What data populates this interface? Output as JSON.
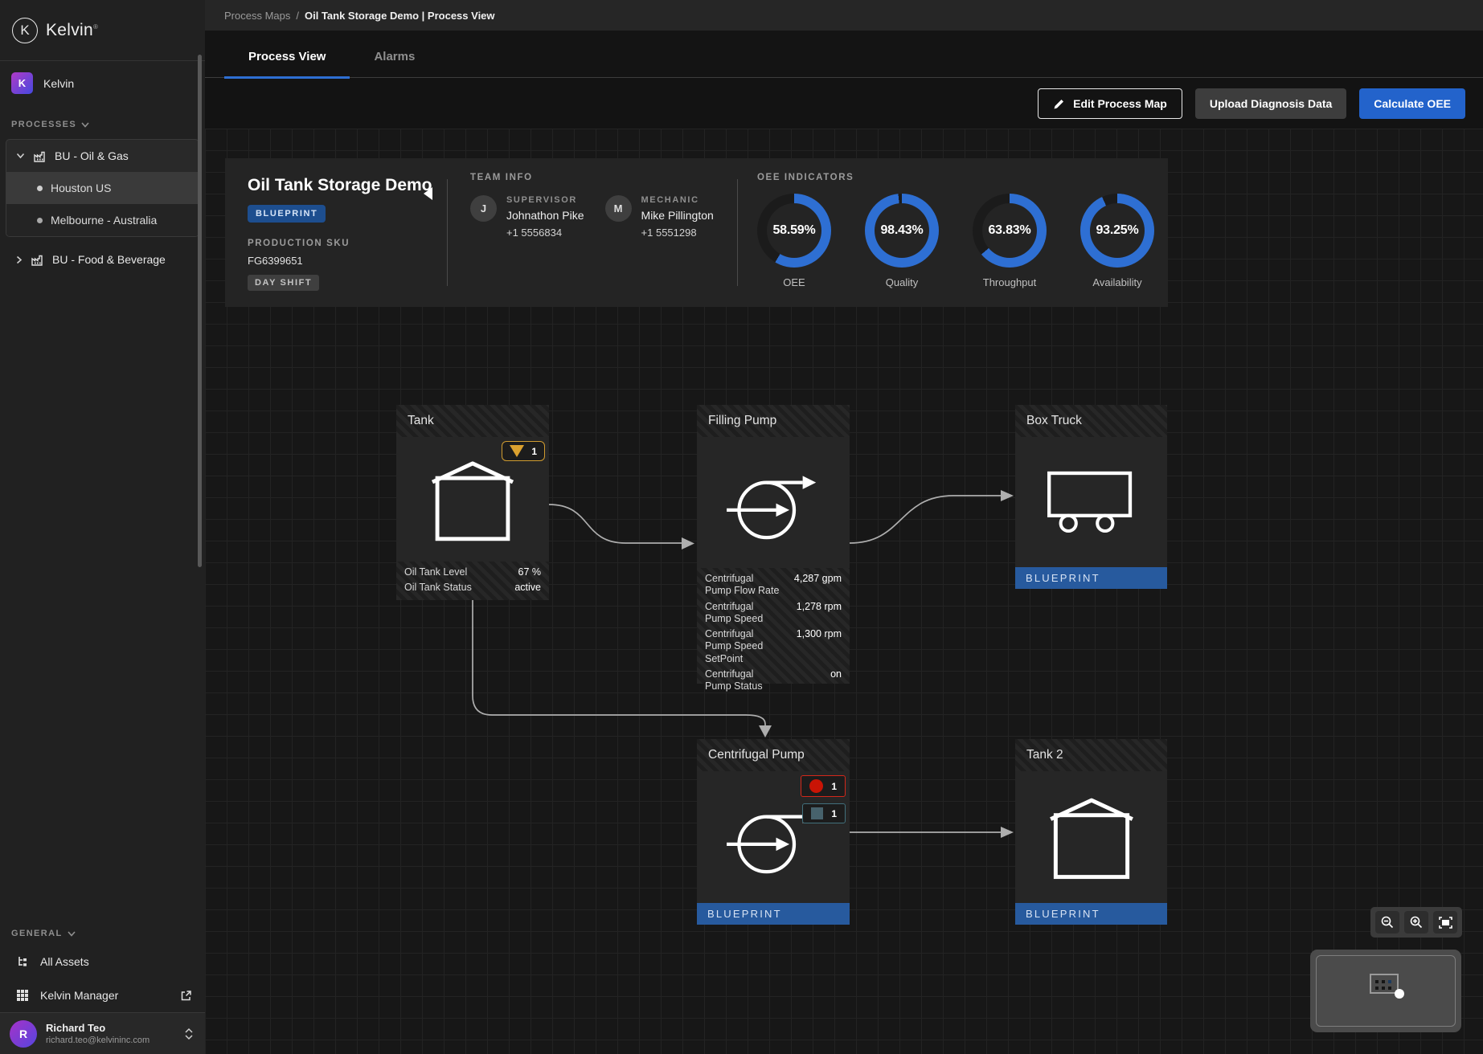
{
  "brand": {
    "logo_initial": "K",
    "logo_word": "Kelvin"
  },
  "breadcrumb": {
    "parent": "Process Maps",
    "separator": "/",
    "current": "Oil Tank Storage Demo | Process View"
  },
  "tabs": {
    "process_view": "Process View",
    "alarms": "Alarms"
  },
  "toolbar": {
    "edit": "Edit Process Map",
    "upload": "Upload Diagnosis Data",
    "calculate": "Calculate OEE"
  },
  "sidebar": {
    "workspace": {
      "initial": "K",
      "name": "Kelvin"
    },
    "processes_label": "PROCESSES",
    "general_label": "GENERAL",
    "tree": {
      "group1": {
        "label": "BU - Oil & Gas"
      },
      "group1_children": [
        {
          "label": "Houston US"
        },
        {
          "label": "Melbourne - Australia"
        }
      ],
      "group2": {
        "label": "BU - Food & Beverage"
      }
    },
    "general_items": {
      "all_assets": "All Assets",
      "kelvin_manager": "Kelvin Manager"
    },
    "user": {
      "initial": "R",
      "name": "Richard Teo",
      "email": "richard.teo@kelvininc.com"
    }
  },
  "info_panel": {
    "title": "Oil Tank Storage Demo",
    "badge": "BLUEPRINT",
    "sku_label": "PRODUCTION SKU",
    "sku_value": "FG6399651",
    "shift_badge": "DAY SHIFT",
    "team": {
      "header": "TEAM INFO",
      "members": [
        {
          "initial": "J",
          "role": "SUPERVISOR",
          "name": "Johnathon Pike",
          "phone": "+1 5556834"
        },
        {
          "initial": "M",
          "role": "MECHANIC",
          "name": "Mike Pillington",
          "phone": "+1 5551298"
        }
      ]
    },
    "oee": {
      "header": "OEE INDICATORS",
      "indicators": [
        {
          "label": "OEE",
          "value": "58.59%",
          "pct": 58.59
        },
        {
          "label": "Quality",
          "value": "98.43%",
          "pct": 98.43
        },
        {
          "label": "Throughput",
          "value": "63.83%",
          "pct": 63.83
        },
        {
          "label": "Availability",
          "value": "93.25%",
          "pct": 93.25
        }
      ]
    }
  },
  "chart_data": {
    "type": "pie",
    "title": "OEE INDICATORS",
    "categories": [
      "OEE",
      "Quality",
      "Throughput",
      "Availability"
    ],
    "values": [
      58.59,
      98.43,
      63.83,
      93.25
    ],
    "unit": "%",
    "style": "donut gauges, blue fill on dark track"
  },
  "nodes": {
    "tank": {
      "title": "Tank",
      "warning_count": "1",
      "metrics": [
        {
          "label": "Oil Tank Level",
          "value": "67 %"
        },
        {
          "label": "Oil Tank Status",
          "value": "active"
        }
      ]
    },
    "filling_pump": {
      "title": "Filling Pump",
      "metrics": [
        {
          "label": "Centrifugal Pump Flow Rate",
          "value": "4,287 gpm"
        },
        {
          "label": "Centrifugal Pump Speed",
          "value": "1,278 rpm"
        },
        {
          "label": "Centrifugal Pump Speed SetPoint",
          "value": "1,300 rpm"
        },
        {
          "label": "Centrifugal Pump Status",
          "value": "on"
        }
      ]
    },
    "box_truck": {
      "title": "Box Truck",
      "footer": "BLUEPRINT"
    },
    "centrifugal_pump": {
      "title": "Centrifugal Pump",
      "alarm_count": "1",
      "note_count": "1",
      "footer": "BLUEPRINT"
    },
    "tank2": {
      "title": "Tank 2",
      "footer": "BLUEPRINT"
    }
  },
  "colors": {
    "accent": "#2e6fd3",
    "donut_track": "#1b1b1b",
    "blueprint_bar": "#275a9e",
    "badge_blue": "#1d4e8f",
    "warning": "#dba12f",
    "alarm_red": "#c91405",
    "note_teal": "#47626c",
    "edge": "#aeaeae"
  }
}
